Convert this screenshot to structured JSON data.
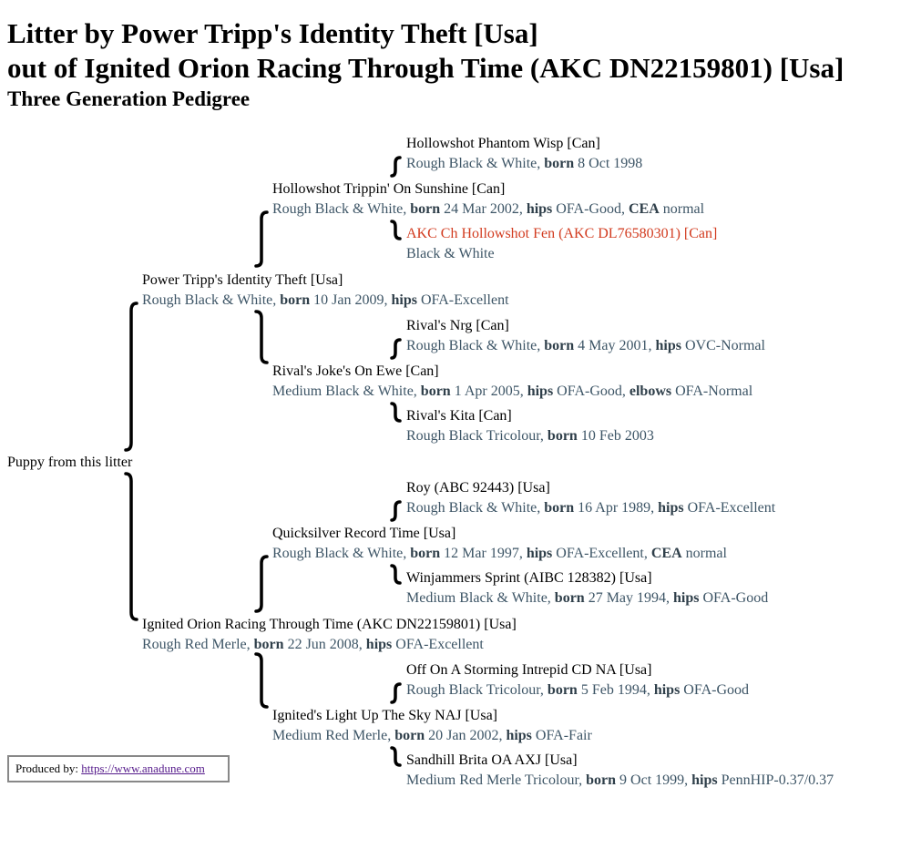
{
  "header": {
    "title_line1": "Litter by Power Tripp's Identity Theft [Usa]",
    "title_line2": "out of Ignited Orion Racing Through Time (AKC DN22159801) [Usa]",
    "subtitle": "Three Generation Pedigree"
  },
  "root_label": "Puppy from this litter",
  "dogs": {
    "sire": {
      "name": "Power Tripp's Identity Theft [Usa]",
      "desc_prefix": "Rough Black & White,",
      "born_label": "born",
      "born": "10 Jan 2009,",
      "hips_label": "hips",
      "hips": "OFA-Excellent"
    },
    "sire_sire": {
      "name": "Hollowshot Trippin' On Sunshine [Can]",
      "desc_prefix": "Rough Black & White,",
      "born_label": "born",
      "born": "24 Mar 2002,",
      "hips_label": "hips",
      "hips": "OFA-Good,",
      "cea_label": "CEA",
      "cea": "normal"
    },
    "sire_sire_sire": {
      "name": "Hollowshot Phantom Wisp [Can]",
      "desc_prefix": "Rough Black & White,",
      "born_label": "born",
      "born": "8 Oct 1998"
    },
    "sire_sire_dam": {
      "name": "AKC Ch Hollowshot Fen (AKC DL76580301) [Can]",
      "desc": "Black & White"
    },
    "sire_dam": {
      "name": "Rival's Joke's On Ewe [Can]",
      "desc_prefix": "Medium Black & White,",
      "born_label": "born",
      "born": "1 Apr 2005,",
      "hips_label": "hips",
      "hips": "OFA-Good,",
      "elbows_label": "elbows",
      "elbows": "OFA-Normal"
    },
    "sire_dam_sire": {
      "name": "Rival's Nrg [Can]",
      "desc_prefix": "Rough Black & White,",
      "born_label": "born",
      "born": "4 May 2001,",
      "hips_label": "hips",
      "hips": "OVC-Normal"
    },
    "sire_dam_dam": {
      "name": "Rival's Kita [Can]",
      "desc_prefix": "Rough Black Tricolour,",
      "born_label": "born",
      "born": "10 Feb 2003"
    },
    "dam": {
      "name": "Ignited Orion Racing Through Time (AKC DN22159801) [Usa]",
      "desc_prefix": "Rough Red Merle,",
      "born_label": "born",
      "born": "22 Jun 2008,",
      "hips_label": "hips",
      "hips": "OFA-Excellent"
    },
    "dam_sire": {
      "name": "Quicksilver Record Time [Usa]",
      "desc_prefix": "Rough Black & White,",
      "born_label": "born",
      "born": "12 Mar 1997,",
      "hips_label": "hips",
      "hips": "OFA-Excellent,",
      "cea_label": "CEA",
      "cea": "normal"
    },
    "dam_sire_sire": {
      "name": "Roy (ABC 92443) [Usa]",
      "desc_prefix": "Rough Black & White,",
      "born_label": "born",
      "born": "16 Apr 1989,",
      "hips_label": "hips",
      "hips": "OFA-Excellent"
    },
    "dam_sire_dam": {
      "name": "Winjammers Sprint (AIBC 128382) [Usa]",
      "desc_prefix": "Medium Black & White,",
      "born_label": "born",
      "born": "27 May 1994,",
      "hips_label": "hips",
      "hips": "OFA-Good"
    },
    "dam_dam": {
      "name": "Ignited's Light Up The Sky NAJ [Usa]",
      "desc_prefix": "Medium Red Merle,",
      "born_label": "born",
      "born": "20 Jan 2002,",
      "hips_label": "hips",
      "hips": "OFA-Fair"
    },
    "dam_dam_sire": {
      "name": "Off On A Storming Intrepid CD NA [Usa]",
      "desc_prefix": "Rough Black Tricolour,",
      "born_label": "born",
      "born": "5 Feb 1994,",
      "hips_label": "hips",
      "hips": "OFA-Good"
    },
    "dam_dam_dam": {
      "name": "Sandhill Brita OA AXJ [Usa]",
      "desc_prefix": "Medium Red Merle Tricolour,",
      "born_label": "born",
      "born": "9 Oct 1999,",
      "hips_label": "hips",
      "hips": "PennHIP-0.37/0.37"
    }
  },
  "footer": {
    "produced_label": "Produced by:",
    "link_text": "https://www.anadune.com"
  },
  "colors": {
    "name": "#000000",
    "desc": "#3d5566",
    "highlight": "#d23b1f",
    "link": "#551a8b"
  }
}
